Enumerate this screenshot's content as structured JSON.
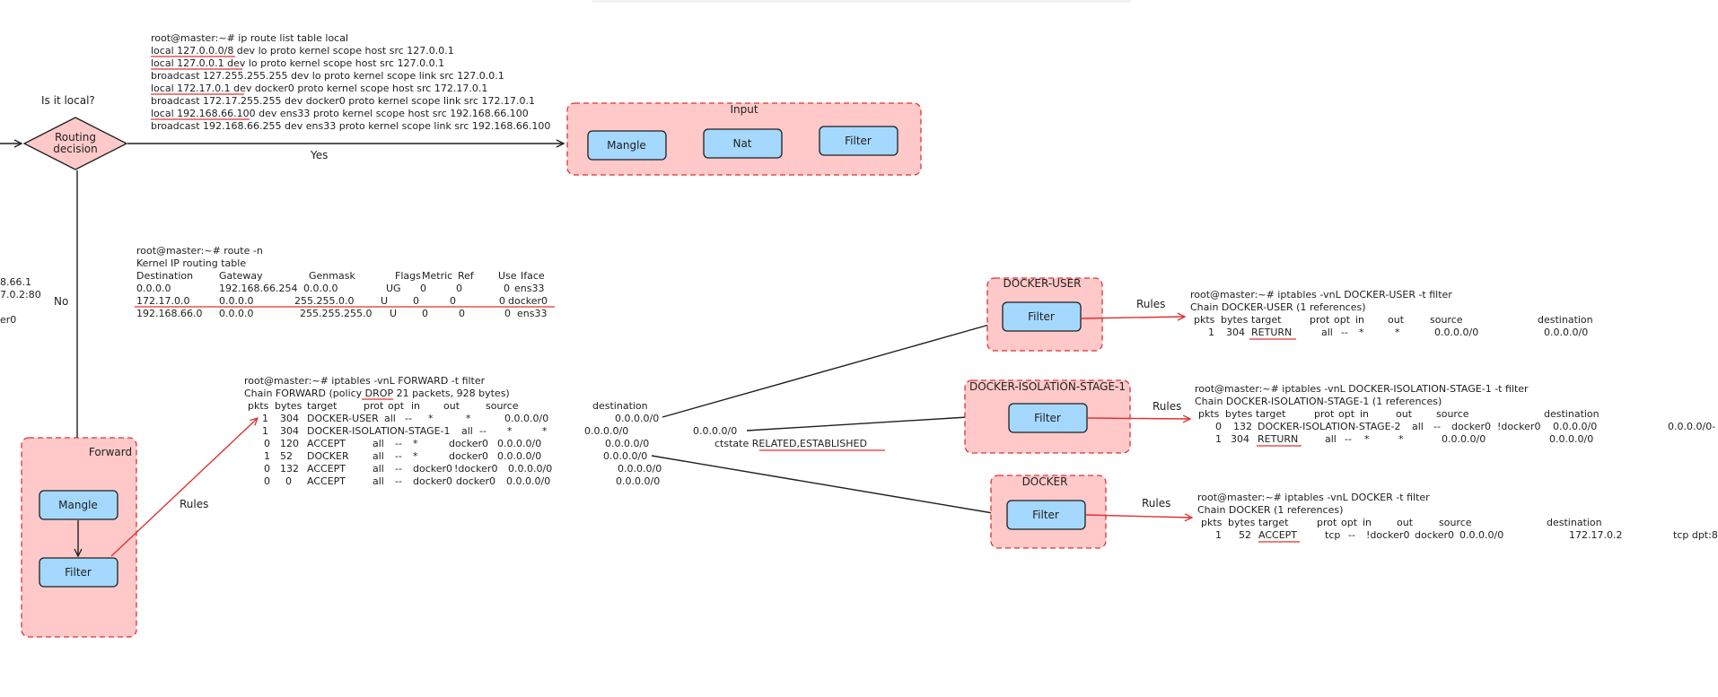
{
  "decision": {
    "label_line1": "Routing",
    "label_line2": "decision",
    "question": "Is it local?",
    "yes": "Yes",
    "no": "No"
  },
  "input_group": {
    "title": "Input",
    "boxes": [
      "Mangle",
      "Nat",
      "Filter"
    ]
  },
  "forward_group": {
    "title": "Forward",
    "boxes": [
      "Mangle",
      "Filter"
    ]
  },
  "docker_user_group": {
    "title": "DOCKER-USER",
    "box": "Filter"
  },
  "docker_isolation_group": {
    "title": "DOCKER-ISOLATION-STAGE-1",
    "box": "Filter"
  },
  "docker_group": {
    "title": "DOCKER",
    "box": "Filter"
  },
  "rules_label": "Rules",
  "left_cut": [
    "8.66.1",
    "7.0.2:80",
    "er0"
  ],
  "ip_route": [
    "root@master:~# ip route list table local",
    "local 127.0.0.0/8 dev lo proto kernel scope host src 127.0.0.1",
    "local 127.0.0.1 dev lo proto kernel scope host src 127.0.0.1",
    "broadcast 127.255.255.255 dev lo proto kernel scope link src 127.0.0.1",
    "local 172.17.0.1 dev docker0 proto kernel scope host src 172.17.0.1",
    "broadcast 172.17.255.255 dev docker0 proto kernel scope link src 172.17.0.1",
    "local 192.168.66.100 dev ens33 proto kernel scope host src 192.168.66.100",
    "broadcast 192.168.66.255 dev ens33 proto kernel scope link src 192.168.66.100"
  ],
  "route_n": {
    "cmd": "root@master:~# route -n",
    "title": "Kernel IP routing table",
    "headers": [
      "Destination",
      "Gateway",
      "Genmask",
      "Flags",
      "Metric",
      "Ref",
      "Use",
      "Iface"
    ],
    "rows": [
      [
        "0.0.0.0",
        "192.168.66.254",
        "0.0.0.0",
        "UG",
        "0",
        "0",
        "0",
        "ens33"
      ],
      [
        "172.17.0.0",
        "0.0.0.0",
        "255.255.0.0",
        "U",
        "0",
        "0",
        "0",
        "docker0"
      ],
      [
        "192.168.66.0",
        "0.0.0.0",
        "255.255.255.0",
        "U",
        "0",
        "0",
        "0",
        "ens33"
      ]
    ]
  },
  "forward_table": {
    "cmd": "root@master:~# iptables -vnL FORWARD -t filter",
    "chain": "Chain FORWARD (policy DROP 21 packets, 928 bytes)",
    "headers": [
      "pkts",
      "bytes",
      "target",
      "prot",
      "opt",
      "in",
      "out",
      "source",
      "destination"
    ],
    "rows": [
      [
        "1",
        "304",
        "DOCKER-USER",
        "all",
        "--",
        "*",
        "*",
        "0.0.0.0/0",
        "0.0.0.0/0",
        ""
      ],
      [
        "1",
        "304",
        "DOCKER-ISOLATION-STAGE-1",
        "all",
        "--",
        "*",
        "*",
        "0.0.0.0/0",
        "0.0.0.0/0",
        ""
      ],
      [
        "0",
        "120",
        "ACCEPT",
        "all",
        "--",
        "*",
        "docker0",
        "0.0.0.0/0",
        "0.0.0.0/0",
        "ctstate RELATED,ESTABLISHED"
      ],
      [
        "1",
        "52",
        "DOCKER",
        "all",
        "--",
        "*",
        "docker0",
        "0.0.0.0/0",
        "0.0.0.0/0",
        ""
      ],
      [
        "0",
        "132",
        "ACCEPT",
        "all",
        "--",
        "docker0",
        "!docker0",
        "0.0.0.0/0",
        "0.0.0.0/0",
        ""
      ],
      [
        "0",
        "0",
        "ACCEPT",
        "all",
        "--",
        "docker0",
        "docker0",
        "0.0.0.0/0",
        "0.0.0.0/0",
        ""
      ]
    ]
  },
  "docker_user_table": {
    "cmd": "root@master:~# iptables -vnL DOCKER-USER -t filter",
    "chain": "Chain DOCKER-USER (1 references)",
    "headers": [
      "pkts",
      "bytes",
      "target",
      "prot",
      "opt",
      "in",
      "out",
      "source",
      "destination"
    ],
    "row": [
      "1",
      "304",
      "RETURN",
      "all",
      "--",
      "*",
      "*",
      "0.0.0.0/0",
      "0.0.0.0/0"
    ]
  },
  "isolation_table": {
    "cmd": "root@master:~# iptables -vnL DOCKER-ISOLATION-STAGE-1 -t filter",
    "chain": "Chain DOCKER-ISOLATION-STAGE-1 (1 references)",
    "headers": [
      "pkts",
      "bytes",
      "target",
      "prot",
      "opt",
      "in",
      "out",
      "source",
      "destination"
    ],
    "rows": [
      [
        "0",
        "132",
        "DOCKER-ISOLATION-STAGE-2",
        "all",
        "--",
        "docker0",
        "!docker0",
        "0.0.0.0/0",
        "0.0.0.0/0-"
      ],
      [
        "1",
        "304",
        "RETURN",
        "all",
        "--",
        "*",
        "*",
        "0.0.0.0/0",
        "0.0.0.0/0"
      ]
    ]
  },
  "docker_table": {
    "cmd": "root@master:~# iptables -vnL DOCKER -t filter",
    "chain": "Chain DOCKER (1 references)",
    "headers": [
      "pkts",
      "bytes",
      "target",
      "prot",
      "opt",
      "in",
      "out",
      "source",
      "destination"
    ],
    "row": [
      "1",
      "52",
      "ACCEPT",
      "tcp",
      "--",
      "!docker0",
      "docker0",
      "0.0.0.0/0",
      "172.17.0.2",
      "tcp dpt:8"
    ]
  }
}
